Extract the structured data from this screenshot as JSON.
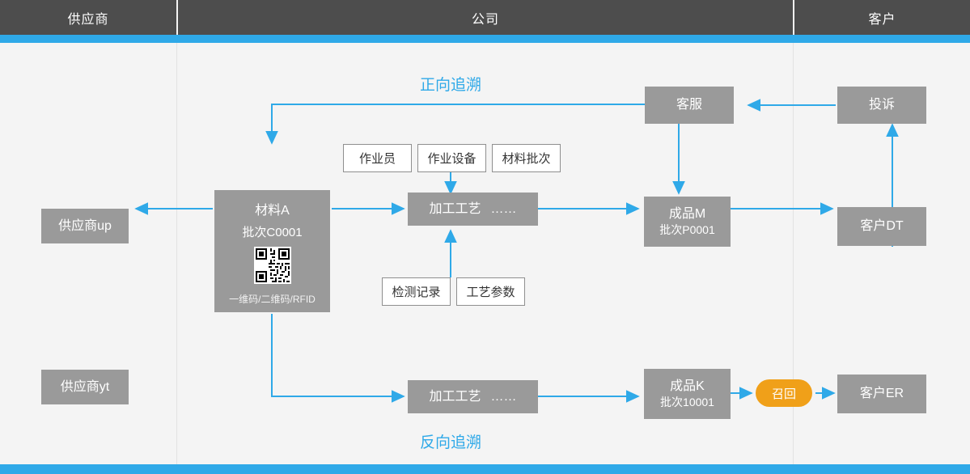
{
  "header": {
    "columns": [
      {
        "label": "供应商"
      },
      {
        "label": "公司"
      },
      {
        "label": "客户"
      }
    ]
  },
  "captions": {
    "forward": "正向追溯",
    "reverse": "反向追溯"
  },
  "nodes": {
    "supplier_up": "供应商up",
    "supplier_yt": "供应商yt",
    "material_name": "材料A",
    "material_batch": "批次C0001",
    "material_codes": "一维码/二维码/RFID",
    "process_top_label": "加工工艺",
    "process_top_dots": "……",
    "process_bottom_label": "加工工艺",
    "process_bottom_dots": "……",
    "product_m_name": "成品M",
    "product_m_batch": "批次P0001",
    "product_k_name": "成品K",
    "product_k_batch": "批次10001",
    "customer_service": "客服",
    "complaint": "投诉",
    "customer_dt": "客户DT",
    "customer_er": "客户ER",
    "recall": "召回"
  },
  "attributes": {
    "operator": "作业员",
    "equipment": "作业设备",
    "material_batch_tag": "材料批次",
    "inspection_record": "检测记录",
    "process_parameter": "工艺参数"
  },
  "colors": {
    "accent_blue": "#2fa9e8",
    "node_gray": "#9a9a9a",
    "header_gray": "#4d4d4d",
    "recall_orange": "#f0a019",
    "background": "#f4f4f4"
  }
}
